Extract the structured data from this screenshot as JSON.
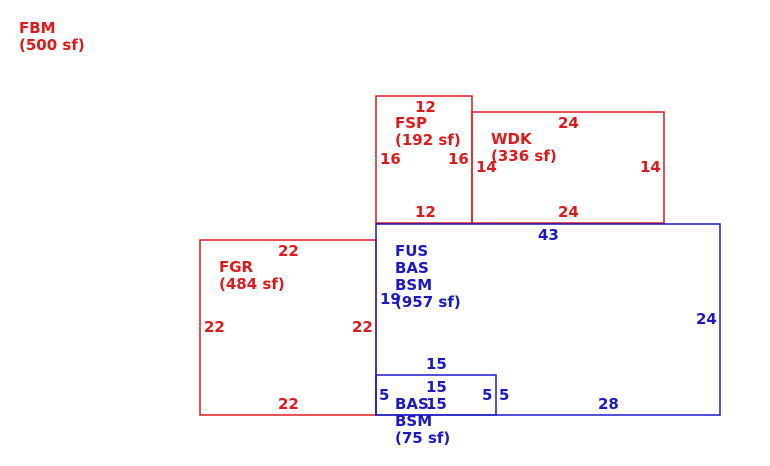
{
  "colors": {
    "red": "#e0191b",
    "blue": "#1a18c8"
  },
  "areas": {
    "fbm": {
      "code": "FBM",
      "size": "(500 sf)"
    },
    "fsp": {
      "code": "FSP",
      "size": "(192 sf)",
      "dims": {
        "top": "12",
        "left": "16",
        "right": "16",
        "bottom": "12"
      }
    },
    "wdk": {
      "code": "WDK",
      "size": "(336 sf)",
      "dims": {
        "top": "24",
        "left": "14",
        "right": "14",
        "bottom": "24"
      }
    },
    "fgr": {
      "code": "FGR",
      "size": "(484 sf)",
      "dims": {
        "top": "22",
        "left": "22",
        "right": "22",
        "bottom": "22"
      }
    },
    "main": {
      "codes": [
        "FUS",
        "BAS",
        "BSM"
      ],
      "size": "(957 sf)",
      "dims": {
        "top": "43",
        "left": "19",
        "right": "24",
        "inner_top": "15",
        "bottom": "28"
      }
    },
    "small": {
      "codes": [
        "BAS",
        "BSM"
      ],
      "size": "(75 sf)",
      "dims": {
        "top": "15",
        "left": "5",
        "right": "5",
        "right_outer": "5",
        "bottom": "15"
      }
    }
  }
}
